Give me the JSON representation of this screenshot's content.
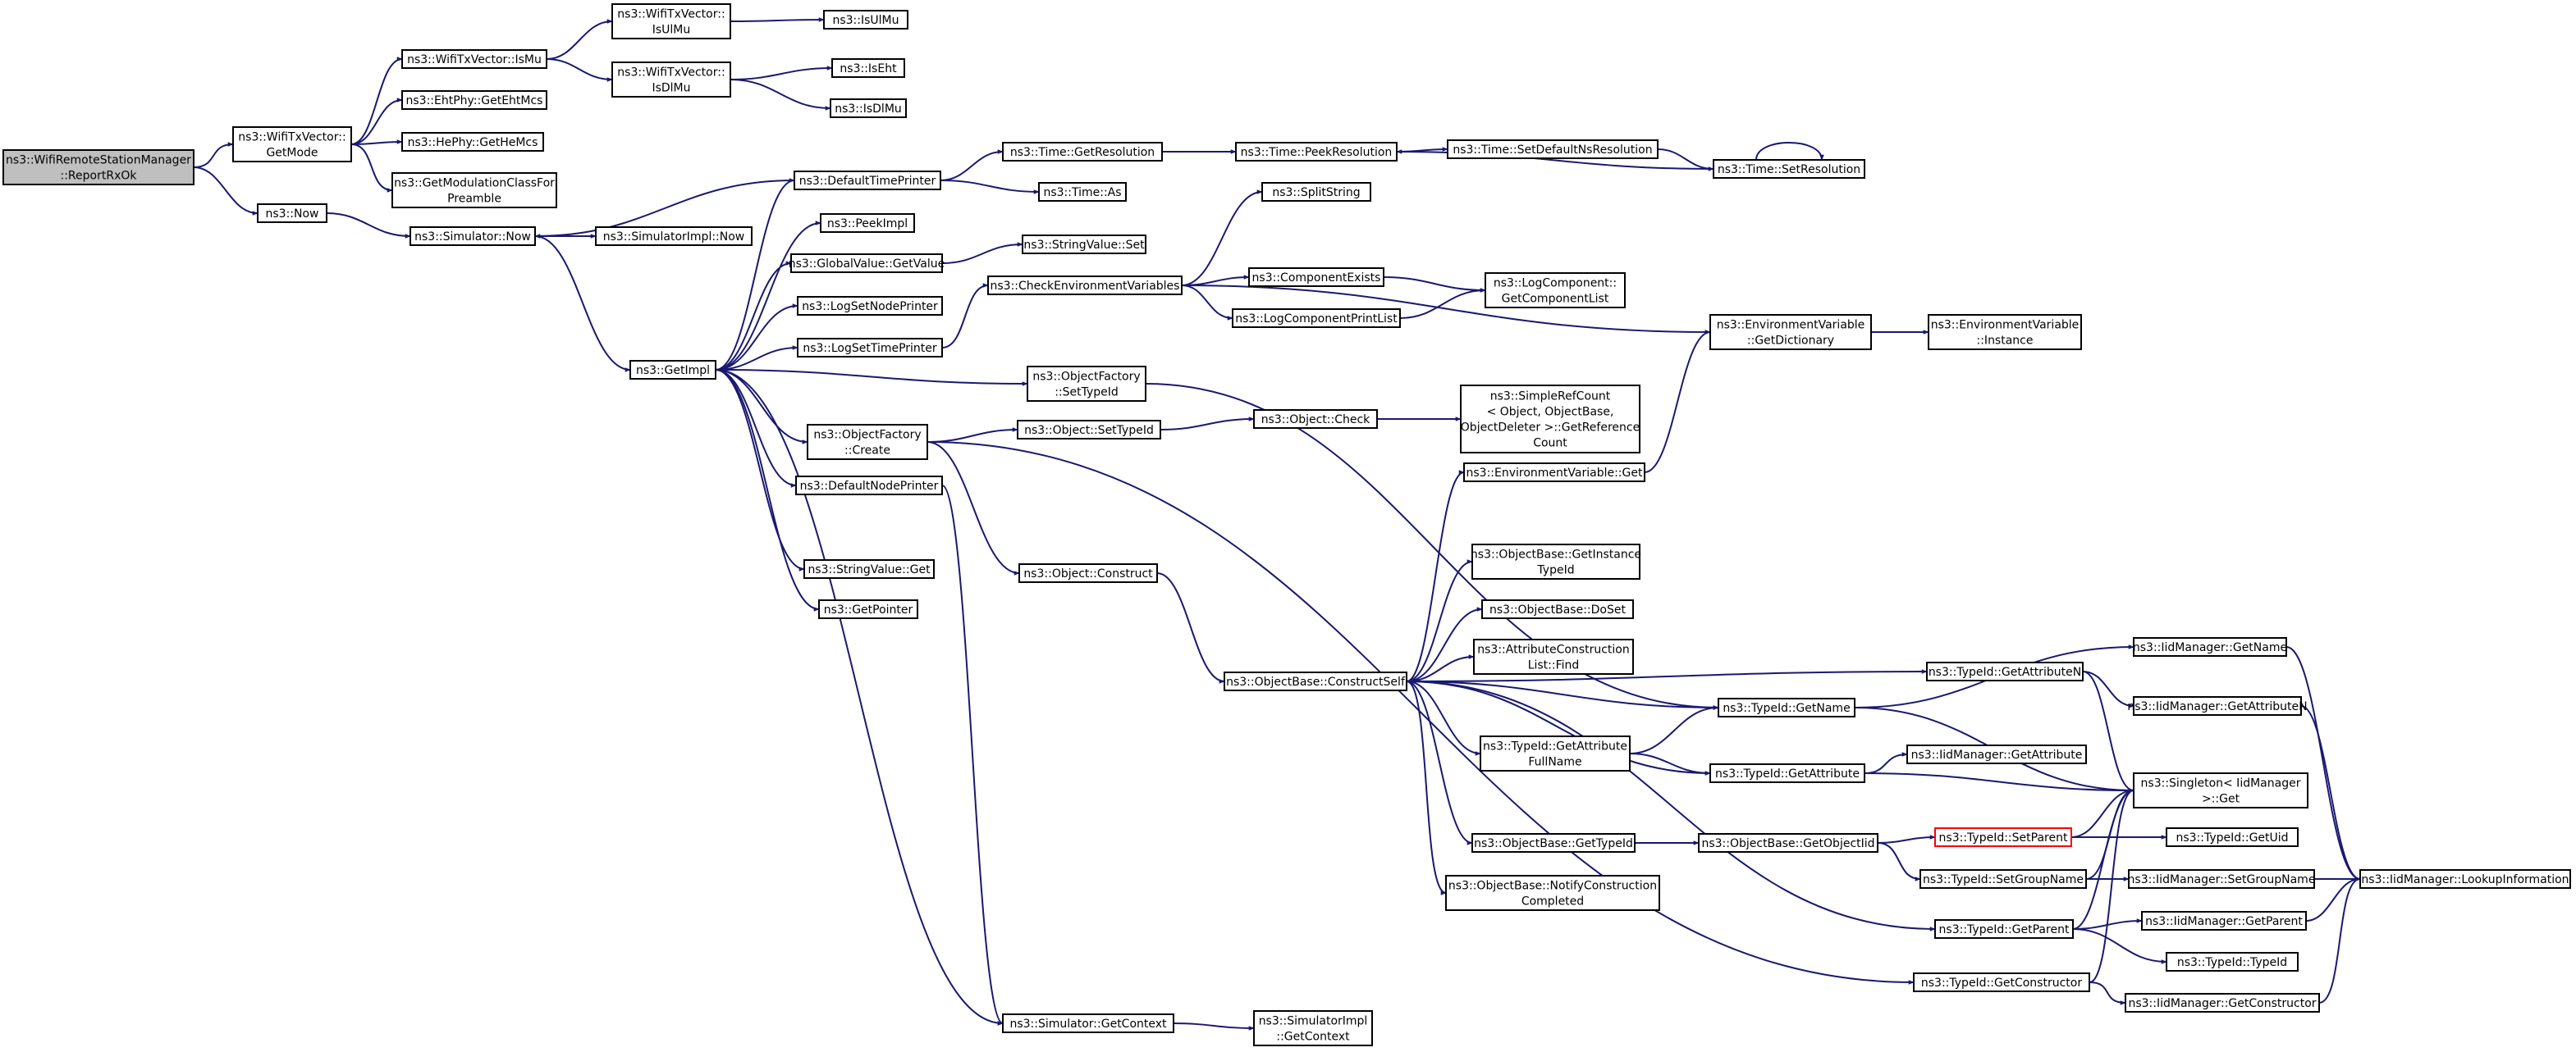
{
  "colors": {
    "edge": "#191970",
    "root_fill": "#bfbfbf",
    "node_border": "#000000",
    "highlight_border": "#ff0000"
  },
  "nodes": {
    "root": [
      "ns3::WifiRemoteStationManager",
      "::ReportRxOk"
    ],
    "getmode": [
      "ns3::WifiTxVector::",
      "GetMode"
    ],
    "now": [
      "ns3::Now"
    ],
    "ismu": [
      "ns3::WifiTxVector::IsMu"
    ],
    "isulmu_tx": [
      "ns3::WifiTxVector::",
      "IsUlMu"
    ],
    "isdlmu_tx": [
      "ns3::WifiTxVector::",
      "IsDlMu"
    ],
    "isulmu": [
      "ns3::IsUlMu"
    ],
    "iseht": [
      "ns3::IsEht"
    ],
    "isdlmu": [
      "ns3::IsDlMu"
    ],
    "getehtmcs": [
      "ns3::EhtPhy::GetEhtMcs"
    ],
    "gethemcs": [
      "ns3::HePhy::GetHeMcs"
    ],
    "getmodclass": [
      "ns3::GetModulationClassFor",
      "Preamble"
    ],
    "simnow": [
      "ns3::Simulator::Now"
    ],
    "simimplnow": [
      "ns3::SimulatorImpl::Now"
    ],
    "getimpl": [
      "ns3::GetImpl"
    ],
    "defaulttimeprinter": [
      "ns3::DefaultTimePrinter"
    ],
    "peekimpl": [
      "ns3::PeekImpl"
    ],
    "globalvalue": [
      "ns3::GlobalValue::GetValue"
    ],
    "logsetnodeprinter": [
      "ns3::LogSetNodePrinter"
    ],
    "logsettimeprinter": [
      "ns3::LogSetTimePrinter"
    ],
    "objfactorycreate": [
      "ns3::ObjectFactory",
      "::Create"
    ],
    "defaultnodeprinter": [
      "ns3::DefaultNodePrinter"
    ],
    "stringvalueget": [
      "ns3::StringValue::Get"
    ],
    "getpointer": [
      "ns3::GetPointer"
    ],
    "timegetres": [
      "ns3::Time::GetResolution"
    ],
    "timeas": [
      "ns3::Time::As"
    ],
    "stringvalueset": [
      "ns3::StringValue::Set"
    ],
    "checkenv": [
      "ns3::CheckEnvironmentVariables"
    ],
    "objfactorysettypeid": [
      "ns3::ObjectFactory",
      "::SetTypeId"
    ],
    "objsettypeid": [
      "ns3::Object::SetTypeId"
    ],
    "objconstruct": [
      "ns3::Object::Construct"
    ],
    "simgetcontext": [
      "ns3::Simulator::GetContext"
    ],
    "simimplgetcontext": [
      "ns3::SimulatorImpl",
      "::GetContext"
    ],
    "timepeekres": [
      "ns3::Time::PeekResolution"
    ],
    "splitstring": [
      "ns3::SplitString"
    ],
    "componentexists": [
      "ns3::ComponentExists"
    ],
    "logcomponentprintlist": [
      "ns3::LogComponentPrintList"
    ],
    "objcheck": [
      "ns3::Object::Check"
    ],
    "objbaseconstructself": [
      "ns3::ObjectBase::ConstructSelf"
    ],
    "timesetdefault": [
      "ns3::Time::SetDefaultNsResolution"
    ],
    "timesetres": [
      "ns3::Time::SetResolution"
    ],
    "logcompgetlist": [
      "ns3::LogComponent::",
      "GetComponentList"
    ],
    "simplerefcount": [
      "ns3::SimpleRefCount",
      "< Object, ObjectBase,",
      "ObjectDeleter >::GetReference",
      "Count"
    ],
    "envvarget": [
      "ns3::EnvironmentVariable::Get"
    ],
    "objbasegetinstance": [
      "ns3::ObjectBase::GetInstance",
      "TypeId"
    ],
    "objbasedoset": [
      "ns3::ObjectBase::DoSet"
    ],
    "attrconstructionfind": [
      "ns3::AttributeConstruction",
      "List::Find"
    ],
    "typeidgetattrfullname": [
      "ns3::TypeId::GetAttribute",
      "FullName"
    ],
    "objbasegettypeid": [
      "ns3::ObjectBase::GetTypeId"
    ],
    "objbasenotify": [
      "ns3::ObjectBase::NotifyConstruction",
      "Completed"
    ],
    "envvargetdict": [
      "ns3::EnvironmentVariable",
      "::GetDictionary"
    ],
    "envvarinstance": [
      "ns3::EnvironmentVariable",
      "::Instance"
    ],
    "typeidgetname": [
      "ns3::TypeId::GetName"
    ],
    "typeidgetattribute": [
      "ns3::TypeId::GetAttribute"
    ],
    "objbasegetobjectiid": [
      "ns3::ObjectBase::GetObjectIid"
    ],
    "typeidgetattributen": [
      "ns3::TypeId::GetAttributeN"
    ],
    "typeidsetparent": [
      "ns3::TypeId::SetParent"
    ],
    "typeidsetgroupname": [
      "ns3::TypeId::SetGroupName"
    ],
    "typeidgetparent": [
      "ns3::TypeId::GetParent"
    ],
    "typeidgetconstructor": [
      "ns3::TypeId::GetConstructor"
    ],
    "iidgetname": [
      "ns3::IidManager::GetName"
    ],
    "iidgetattributen": [
      "ns3::IidManager::GetAttributeN"
    ],
    "iidgetattribute": [
      "ns3::IidManager::GetAttribute"
    ],
    "singletonget": [
      "ns3::Singleton< IidManager",
      ">::Get"
    ],
    "typeidgetuid": [
      "ns3::TypeId::GetUid"
    ],
    "iidsetgroupname": [
      "ns3::IidManager::SetGroupName"
    ],
    "iidgetparent": [
      "ns3::IidManager::GetParent"
    ],
    "typeidtypeid": [
      "ns3::TypeId::TypeId"
    ],
    "iidgetconstructor": [
      "ns3::IidManager::GetConstructor"
    ],
    "iidlookup": [
      "ns3::IidManager::LookupInformation"
    ]
  },
  "edges": [
    [
      "root",
      "getmode"
    ],
    [
      "root",
      "now"
    ],
    [
      "getmode",
      "ismu"
    ],
    [
      "getmode",
      "getehtmcs"
    ],
    [
      "getmode",
      "gethemcs"
    ],
    [
      "getmode",
      "getmodclass"
    ],
    [
      "ismu",
      "isulmu_tx"
    ],
    [
      "ismu",
      "isdlmu_tx"
    ],
    [
      "isulmu_tx",
      "isulmu"
    ],
    [
      "isdlmu_tx",
      "iseht"
    ],
    [
      "isdlmu_tx",
      "isdlmu"
    ],
    [
      "now",
      "simnow"
    ],
    [
      "simnow",
      "simimplnow"
    ],
    [
      "simnow",
      "getimpl"
    ],
    [
      "defaulttimeprinter",
      "simnow"
    ],
    [
      "getimpl",
      "defaulttimeprinter"
    ],
    [
      "getimpl",
      "peekimpl"
    ],
    [
      "getimpl",
      "globalvalue"
    ],
    [
      "getimpl",
      "logsetnodeprinter"
    ],
    [
      "getimpl",
      "logsettimeprinter"
    ],
    [
      "getimpl",
      "objfactorysettypeid"
    ],
    [
      "getimpl",
      "objfactorycreate"
    ],
    [
      "getimpl",
      "defaultnodeprinter"
    ],
    [
      "getimpl",
      "stringvalueget"
    ],
    [
      "getimpl",
      "getpointer"
    ],
    [
      "getimpl",
      "simgetcontext"
    ],
    [
      "defaulttimeprinter",
      "timegetres"
    ],
    [
      "defaulttimeprinter",
      "timeas"
    ],
    [
      "globalvalue",
      "stringvalueset"
    ],
    [
      "logsettimeprinter",
      "checkenv"
    ],
    [
      "timegetres",
      "timepeekres"
    ],
    [
      "timepeekres",
      "timesetdefault"
    ],
    [
      "timesetdefault",
      "timesetres"
    ],
    [
      "timesetres",
      "timepeekres"
    ],
    [
      "timesetres",
      "timesetres"
    ],
    [
      "checkenv",
      "splitstring"
    ],
    [
      "checkenv",
      "componentexists"
    ],
    [
      "checkenv",
      "logcomponentprintlist"
    ],
    [
      "checkenv",
      "envvargetdict"
    ],
    [
      "componentexists",
      "logcompgetlist"
    ],
    [
      "logcomponentprintlist",
      "logcompgetlist"
    ],
    [
      "objfactorysettypeid",
      "typeidgetname"
    ],
    [
      "objfactorycreate",
      "objsettypeid"
    ],
    [
      "objfactorycreate",
      "objconstruct"
    ],
    [
      "objfactorycreate",
      "typeidgetconstructor"
    ],
    [
      "objsettypeid",
      "objcheck"
    ],
    [
      "objcheck",
      "simplerefcount"
    ],
    [
      "objconstruct",
      "objbaseconstructself"
    ],
    [
      "defaultnodeprinter",
      "simgetcontext"
    ],
    [
      "simgetcontext",
      "simimplgetcontext"
    ],
    [
      "objbaseconstructself",
      "envvarget"
    ],
    [
      "objbaseconstructself",
      "typeidgetattributen"
    ],
    [
      "objbaseconstructself",
      "objbasegetinstance"
    ],
    [
      "objbaseconstructself",
      "objbasedoset"
    ],
    [
      "objbaseconstructself",
      "attrconstructionfind"
    ],
    [
      "objbaseconstructself",
      "typeidgetname"
    ],
    [
      "objbaseconstructself",
      "typeidgetattrfullname"
    ],
    [
      "objbaseconstructself",
      "typeidgetattribute"
    ],
    [
      "objbaseconstructself",
      "objbasegettypeid"
    ],
    [
      "objbaseconstructself",
      "objbasenotify"
    ],
    [
      "objbaseconstructself",
      "typeidgetparent"
    ],
    [
      "envvarget",
      "envvargetdict"
    ],
    [
      "envvargetdict",
      "envvarinstance"
    ],
    [
      "typeidgetattrfullname",
      "typeidgetname"
    ],
    [
      "typeidgetattrfullname",
      "typeidgetattribute"
    ],
    [
      "objbasegettypeid",
      "objbasegetobjectiid"
    ],
    [
      "objbasegetobjectiid",
      "typeidsetparent"
    ],
    [
      "objbasegetobjectiid",
      "typeidsetgroupname"
    ],
    [
      "typeidgetname",
      "iidgetname"
    ],
    [
      "typeidgetname",
      "singletonget"
    ],
    [
      "typeidgetattributen",
      "iidgetattributen"
    ],
    [
      "typeidgetattributen",
      "singletonget"
    ],
    [
      "typeidgetattribute",
      "iidgetattribute"
    ],
    [
      "typeidgetattribute",
      "singletonget"
    ],
    [
      "typeidsetparent",
      "singletonget"
    ],
    [
      "typeidsetparent",
      "typeidgetuid"
    ],
    [
      "typeidsetgroupname",
      "singletonget"
    ],
    [
      "typeidsetgroupname",
      "iidsetgroupname"
    ],
    [
      "typeidgetparent",
      "singletonget"
    ],
    [
      "typeidgetparent",
      "iidgetparent"
    ],
    [
      "typeidgetparent",
      "typeidtypeid"
    ],
    [
      "typeidgetconstructor",
      "singletonget"
    ],
    [
      "typeidgetconstructor",
      "iidgetconstructor"
    ],
    [
      "iidgetname",
      "iidlookup"
    ],
    [
      "iidgetattributen",
      "iidlookup"
    ],
    [
      "iidsetgroupname",
      "iidlookup"
    ],
    [
      "iidgetparent",
      "iidlookup"
    ],
    [
      "iidgetconstructor",
      "iidlookup"
    ]
  ]
}
